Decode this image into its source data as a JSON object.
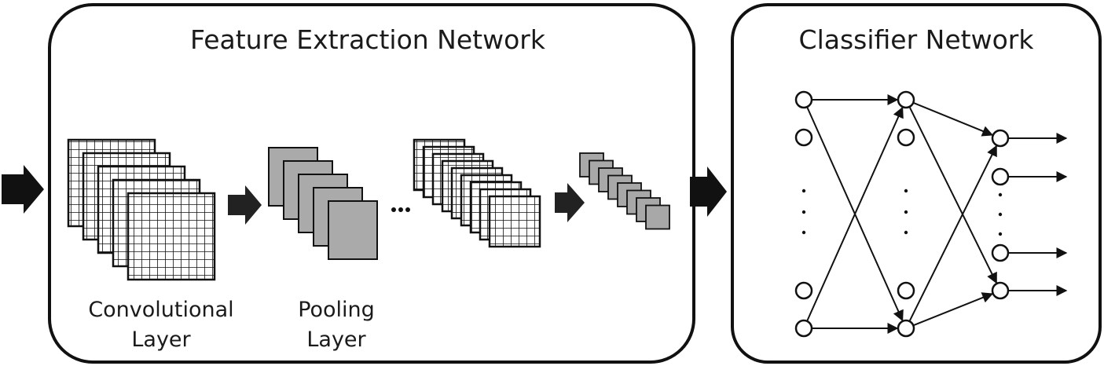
{
  "feature_panel": {
    "title": "Feature Extraction Network",
    "conv_label_line1": "Convolutional",
    "conv_label_line2": "Layer",
    "pool_label_line1": "Pooling",
    "pool_label_line2": "Layer"
  },
  "classifier_panel": {
    "title": "Classifier Network"
  },
  "colors": {
    "stroke": "#111111",
    "pool_fill": "#aaaaaa",
    "small_map_fill": "#a8a8a8",
    "arrow": "#222222",
    "background": "#ffffff"
  }
}
